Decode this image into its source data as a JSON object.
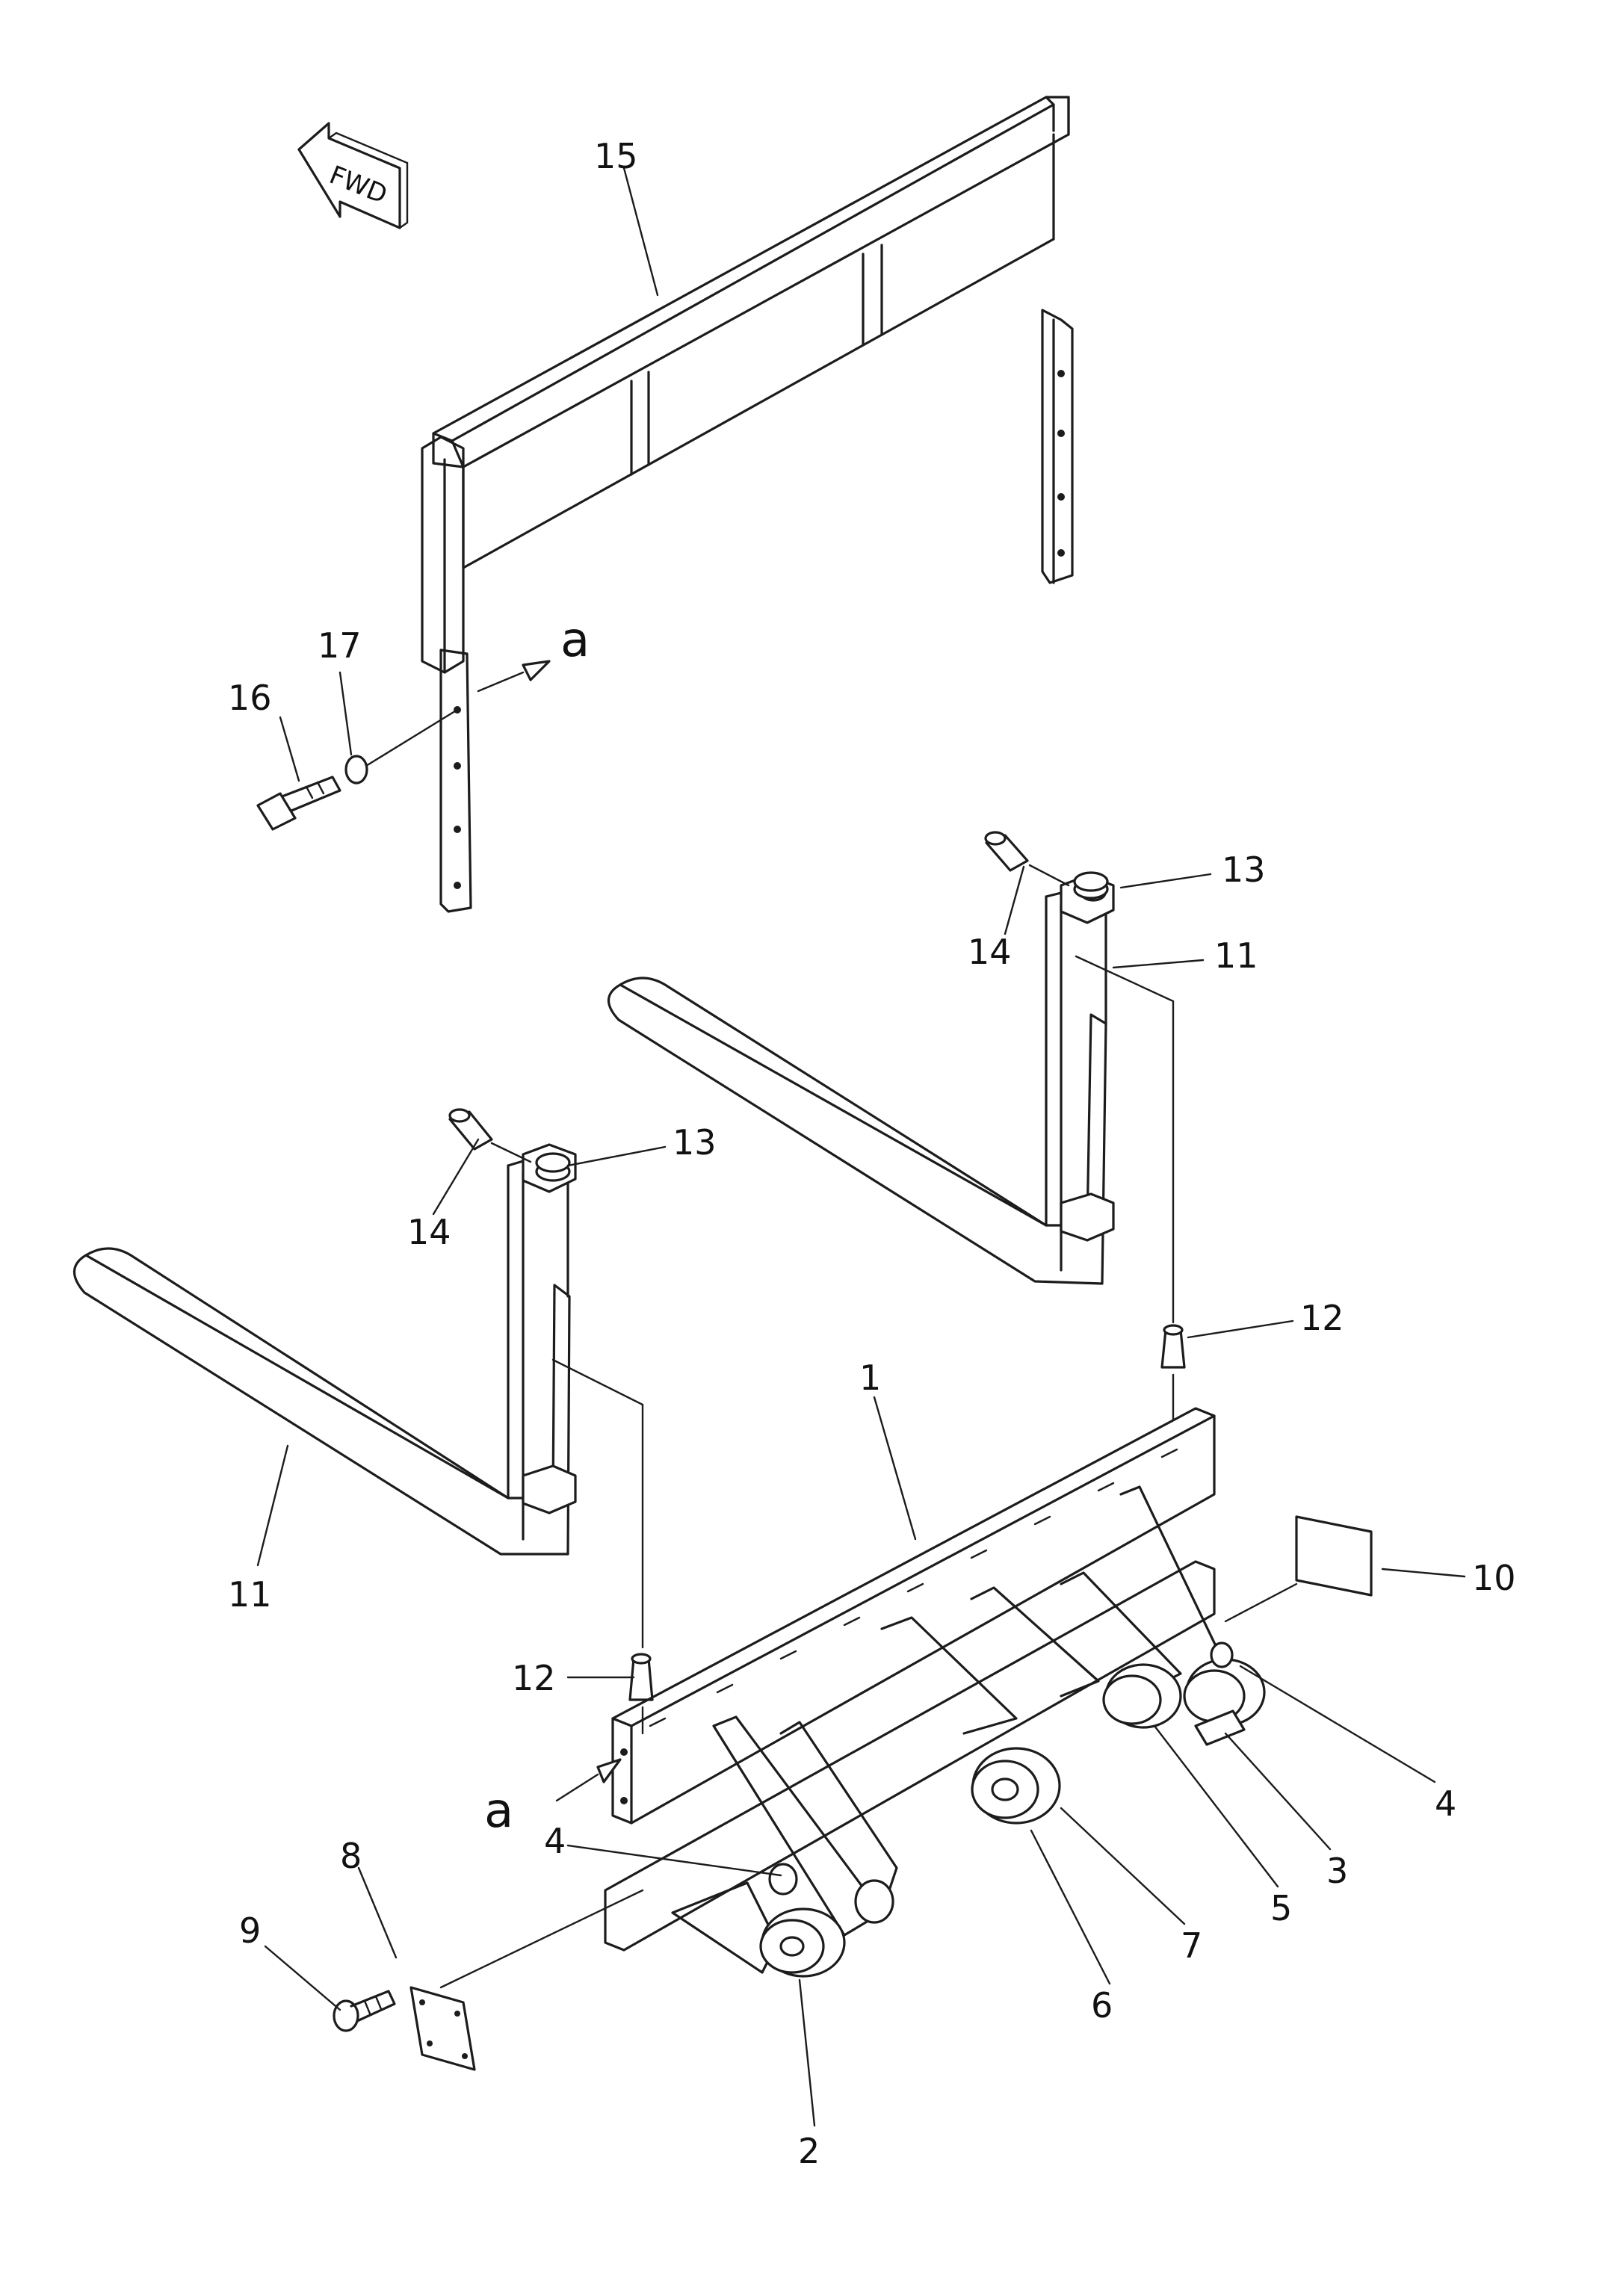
{
  "direction_badge": {
    "label": "FWD"
  },
  "section_marks": {
    "top": "a",
    "bottom": "a"
  },
  "callouts": {
    "c1": "1",
    "c2": "2",
    "c3": "3",
    "c4a": "4",
    "c4b": "4",
    "c5": "5",
    "c6": "6",
    "c7": "7",
    "c8": "8",
    "c9": "9",
    "c10": "10",
    "c11a": "11",
    "c11b": "11",
    "c12a": "12",
    "c12b": "12",
    "c13a": "13",
    "c13b": "13",
    "c14a": "14",
    "c14b": "14",
    "c15": "15",
    "c16": "16",
    "c17": "17"
  }
}
